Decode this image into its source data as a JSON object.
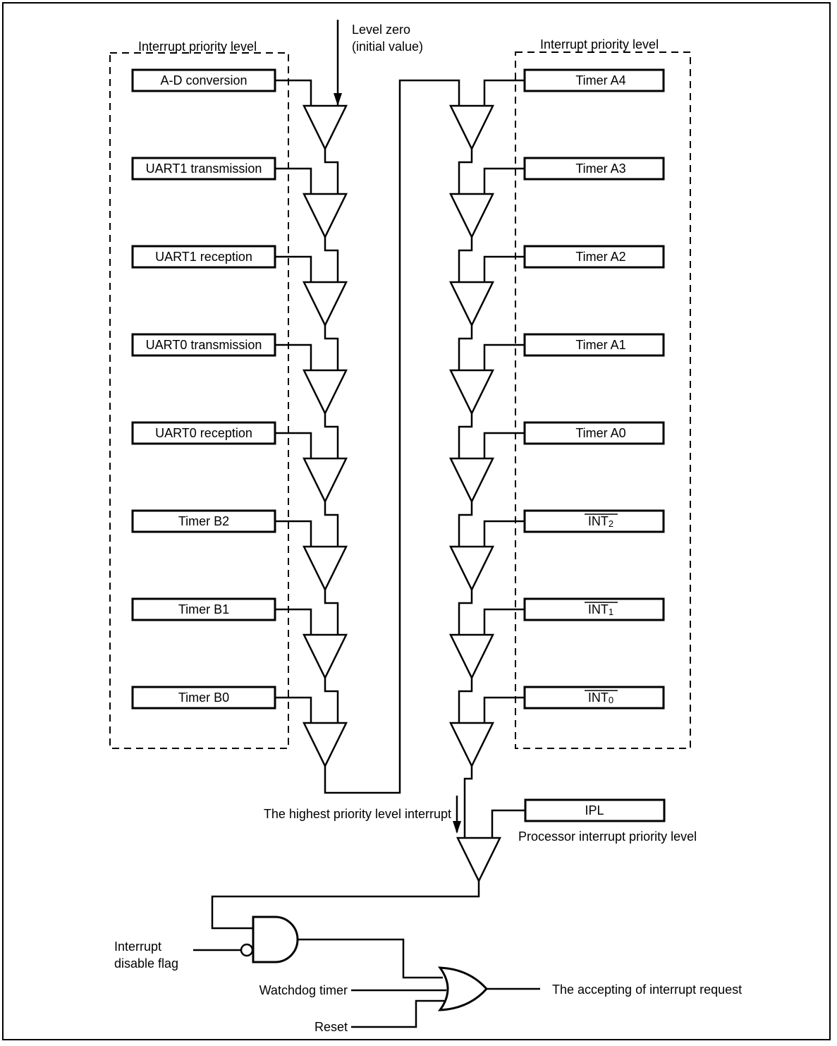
{
  "header_left": "Interrupt priority level",
  "header_right": "Interrupt priority level",
  "level_zero_line1": "Level zero",
  "level_zero_line2": "(initial value)",
  "left_sources": [
    "A-D conversion",
    "UART1 transmission",
    "UART1 reception",
    "UART0 transmission",
    "UART0 reception",
    "Timer B2",
    "Timer B1",
    "Timer B0"
  ],
  "right_sources": [
    {
      "base": "Timer A4",
      "sub": ""
    },
    {
      "base": "Timer A3",
      "sub": ""
    },
    {
      "base": "Timer A2",
      "sub": ""
    },
    {
      "base": "Timer A1",
      "sub": ""
    },
    {
      "base": "Timer A0",
      "sub": ""
    },
    {
      "base": "INT",
      "sub": "2",
      "overline": true
    },
    {
      "base": "INT",
      "sub": "1",
      "overline": true
    },
    {
      "base": "INT",
      "sub": "0",
      "overline": true
    }
  ],
  "highest_label": "The highest priority level interrupt",
  "ipl_box": "IPL",
  "ipl_desc": "Processor interrupt priority level",
  "interrupt_line1": "Interrupt",
  "interrupt_line2": "disable flag",
  "watchdog": "Watchdog timer",
  "reset": "Reset",
  "accept": "The accepting of interrupt request"
}
